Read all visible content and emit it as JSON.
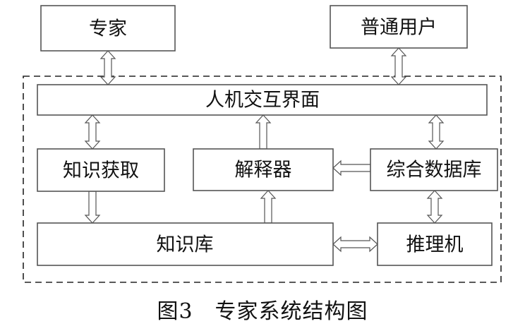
{
  "boxes": {
    "expert": "专家",
    "user": "普通用户",
    "interface": "人机交互界面",
    "acquisition": "知识获取",
    "explainer": "解释器",
    "database": "综合数据库",
    "knowledge_base": "知识库",
    "inference": "推理机"
  },
  "caption": "图3　专家系统结构图"
}
